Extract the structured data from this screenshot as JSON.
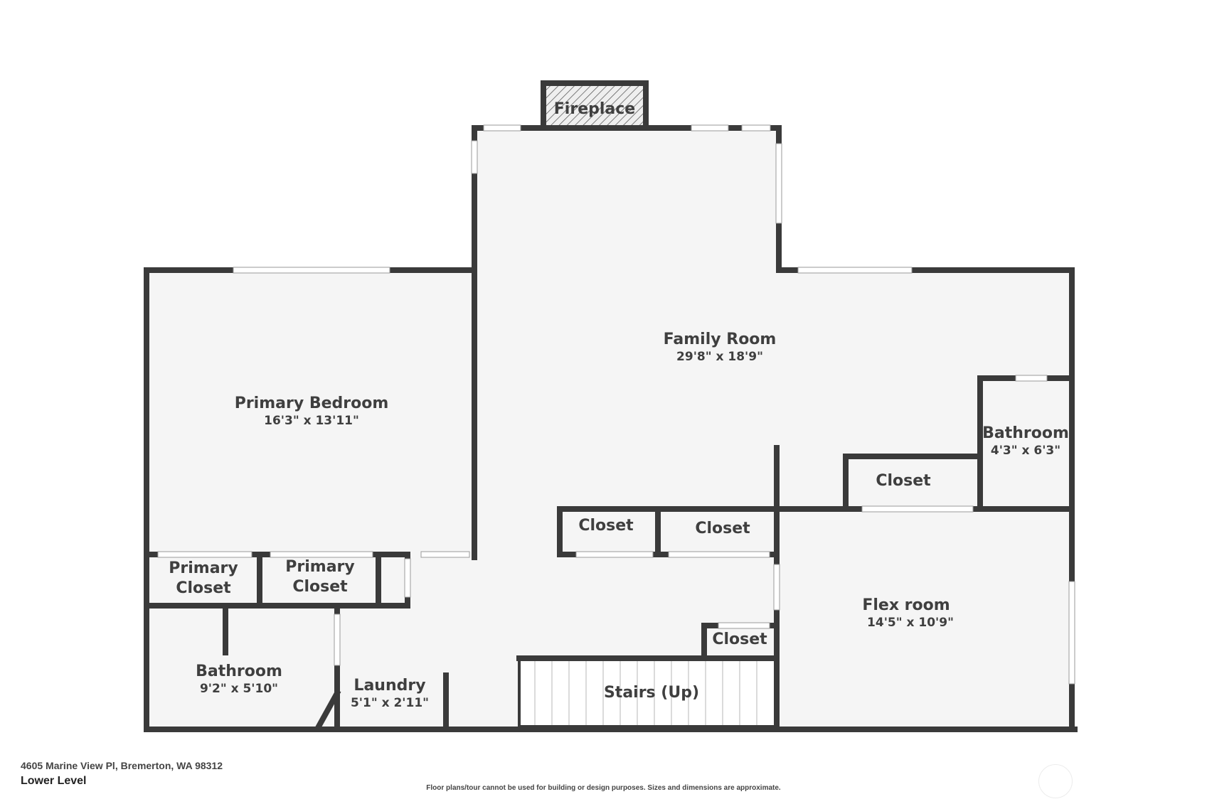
{
  "rooms": {
    "fireplace": {
      "name": "Fireplace"
    },
    "family_room": {
      "name": "Family Room",
      "dim": "29'8\" x 18'9\""
    },
    "primary_bedroom": {
      "name": "Primary Bedroom",
      "dim": "16'3\" x 13'11\""
    },
    "bathroom_right": {
      "name": "Bathroom",
      "dim": "4'3\" x 6'3\""
    },
    "closet_right": {
      "name": "Closet"
    },
    "closet_mid_left": {
      "name": "Closet"
    },
    "closet_mid_right": {
      "name": "Closet"
    },
    "closet_small": {
      "name": "Closet"
    },
    "primary_closet_1": {
      "name_line1": "Primary",
      "name_line2": "Closet"
    },
    "primary_closet_2": {
      "name_line1": "Primary",
      "name_line2": "Closet"
    },
    "flex_room": {
      "name": "Flex room",
      "dim": "14'5\" x 10'9\""
    },
    "bathroom_left": {
      "name": "Bathroom",
      "dim": "9'2\" x 5'10\""
    },
    "laundry": {
      "name": "Laundry",
      "dim": "5'1\" x 2'11\""
    },
    "stairs": {
      "name": "Stairs (Up)"
    }
  },
  "footer": {
    "address": "4605 Marine View Pl, Bremerton, WA 98312",
    "level": "Lower Level",
    "disclaimer": "Floor plans/tour cannot be used for building or design purposes. Sizes and dimensions are approximate."
  },
  "colors": {
    "wall": "#3a3a3a",
    "floor": "#f5f5f5",
    "window": "#ffffff"
  }
}
